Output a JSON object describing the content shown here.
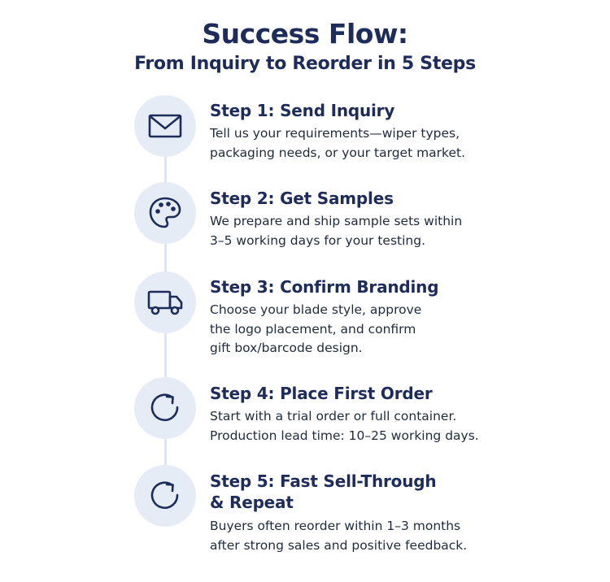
{
  "header": {
    "title": "Success Flow:",
    "subtitle": "From Inquiry to Reorder in 5 Steps"
  },
  "steps": [
    {
      "title": "Step 1: Send Inquiry",
      "description": "Tell us your requirements—wiper types,\npackaging needs, or your target market.",
      "icon": "envelope-icon"
    },
    {
      "title": "Step 2: Get Samples",
      "description": "We prepare and ship sample sets within\n3–5 working days for your testing.",
      "icon": "palette-icon"
    },
    {
      "title": "Step 3: Confirm Branding",
      "description": "Choose your blade style, approve\nthe logo placement, and confirm\ngift box/barcode design.",
      "icon": "truck-icon"
    },
    {
      "title": "Step 4: Place First Order",
      "description": "Start with a trial order or full container.\nProduction lead time: 10–25 working days.",
      "icon": "refresh-icon"
    },
    {
      "title": "Step 5: Fast Sell-Through\n& Repeat",
      "description": "Buyers often reorder within 1–3 months\nafter strong sales and positive feedback.",
      "icon": "refresh-icon"
    }
  ],
  "colors": {
    "heading": "#1d2c5b",
    "icon_circle": "#e6ecf6",
    "connector": "#dfe6f1"
  }
}
